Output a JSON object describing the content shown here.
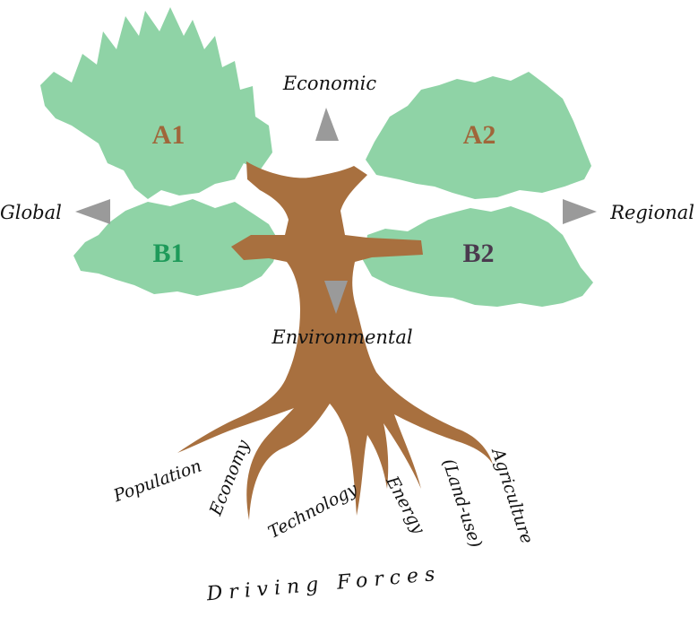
{
  "axes": {
    "top": "Economic",
    "bottom": "Environmental",
    "left": "Global",
    "right": "Regional"
  },
  "scenarios": [
    {
      "label": "A1",
      "color": "#a0663a"
    },
    {
      "label": "A2",
      "color": "#a0663a"
    },
    {
      "label": "B1",
      "color": "#1e9a5a"
    },
    {
      "label": "B2",
      "color": "#4a3a4e"
    }
  ],
  "roots": [
    "Population",
    "Economy",
    "Technology",
    "Energy",
    "(Land-use)",
    "Agriculture"
  ],
  "base_label": "Driving Forces",
  "colors": {
    "foliage": "#8fd3a6",
    "trunk": "#a8703f",
    "arrow": "#9a9a9a"
  }
}
